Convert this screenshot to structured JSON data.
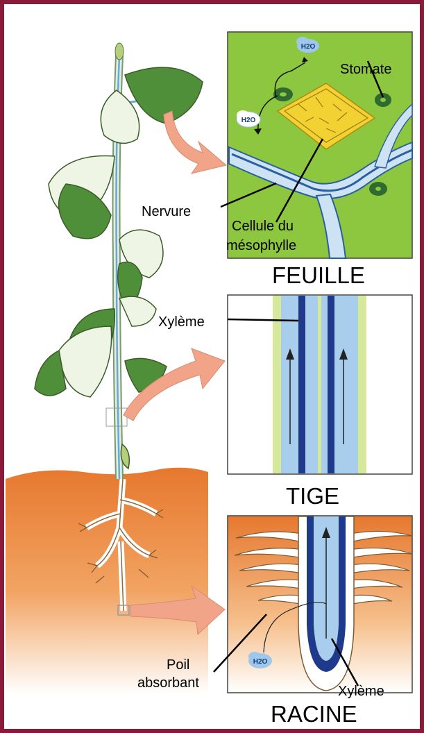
{
  "labels": {
    "stomate": "Stomate",
    "nervure": "Nervure",
    "cellule_line1": "Cellule du",
    "cellule_line2": "mésophylle",
    "feuille": "FEUILLE",
    "xyleme_tige": "Xylème",
    "tige": "TIGE",
    "poil_line1": "Poil",
    "poil_line2": "absorbant",
    "xyleme_racine": "Xylème",
    "racine": "RACINE",
    "h2o": "H2O"
  },
  "colors": {
    "frame": "#8b1a3a",
    "leaf_green": "#8dc63f",
    "vein_blue": "#6aa7d8",
    "xylem_dark": "#1f3a8a",
    "xylem_light": "#a9cdec",
    "cortex_green": "#d6e89a",
    "soil_orange": "#e98a3c",
    "arrow_salmon": "#f2a489",
    "mesophyll_yellow": "#f2d233"
  }
}
